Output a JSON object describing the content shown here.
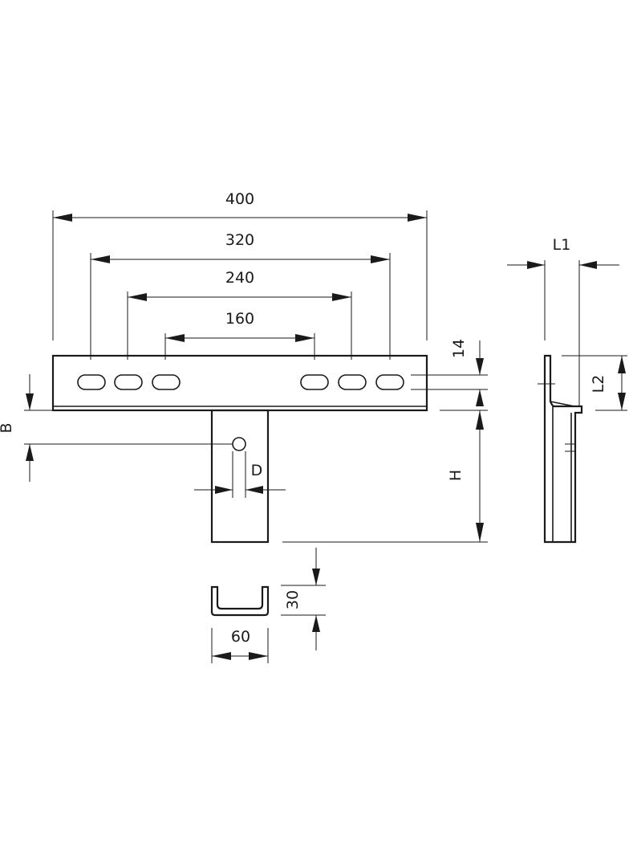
{
  "dimensions": {
    "width_400": "400",
    "width_320": "320",
    "width_240": "240",
    "width_160": "160",
    "slot_14": "14",
    "offset_b": "B",
    "hole_d": "D",
    "height_h": "H",
    "depth_l1": "L1",
    "height_l2": "L2",
    "profile_30": "30",
    "profile_60": "60"
  }
}
